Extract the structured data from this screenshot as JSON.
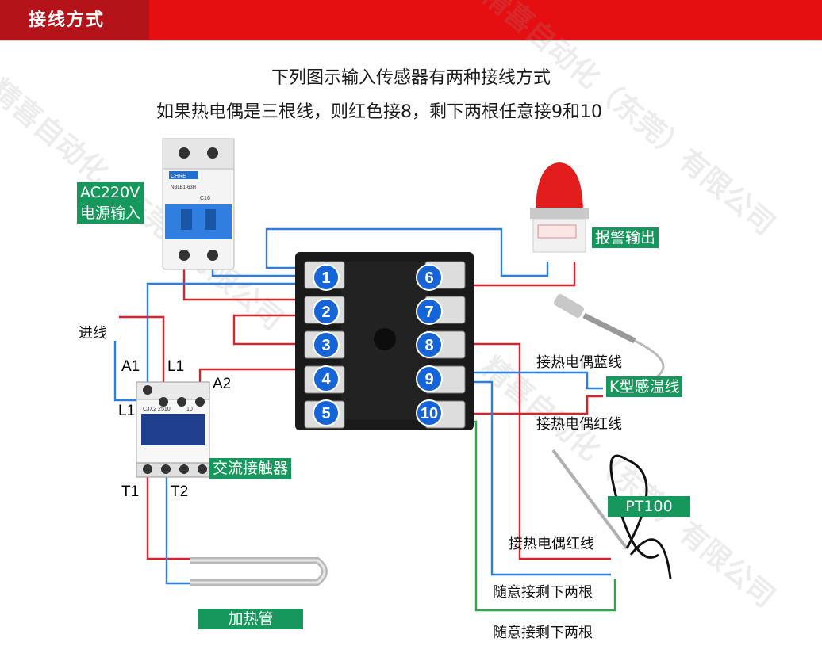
{
  "header": {
    "tab_title": "接线方式",
    "bar_color": "#e50f12",
    "tab_color": "#b31319"
  },
  "title_line1": "下列图示输入传感器有两种接线方式",
  "title_line2": "如果热电偶是三根线，则红色接8，剩下两根任意接9和10",
  "labels": {
    "power": "AC220V\n电源输入",
    "alarm": "报警输出",
    "k_sensor": "K型感温线",
    "pt100": "PT100",
    "contactor": "交流接触器",
    "heater": "加热管"
  },
  "controller_terminals": [
    "1",
    "2",
    "3",
    "4",
    "5",
    "6",
    "7",
    "8",
    "9",
    "10"
  ],
  "contactor_terminals": {
    "in": "进线",
    "a1": "A1",
    "l1_top": "L1",
    "a2": "A2",
    "l1": "L1",
    "t1": "T1",
    "t2": "T2"
  },
  "wire_labels": {
    "k_blue": "接热电偶蓝线",
    "k_red": "接热电偶红线",
    "pt_red": "接热电偶红线",
    "pt_any1": "随意接剩下两根",
    "pt_any2": "随意接剩下两根"
  },
  "breaker_text": {
    "brand": "CHRE",
    "model": "NBLB1-63H",
    "rating": "C16"
  },
  "contactor_text": {
    "model": "CJX2 2510",
    "code": "10"
  },
  "watermark": "精喜自动化（东莞）有限公司",
  "colors": {
    "blue_wire": "#2a7fe0",
    "red_wire": "#d8232a",
    "green_wire": "#2aa84a",
    "terminal_blue": "#1565d8",
    "label_green": "#16985c"
  }
}
